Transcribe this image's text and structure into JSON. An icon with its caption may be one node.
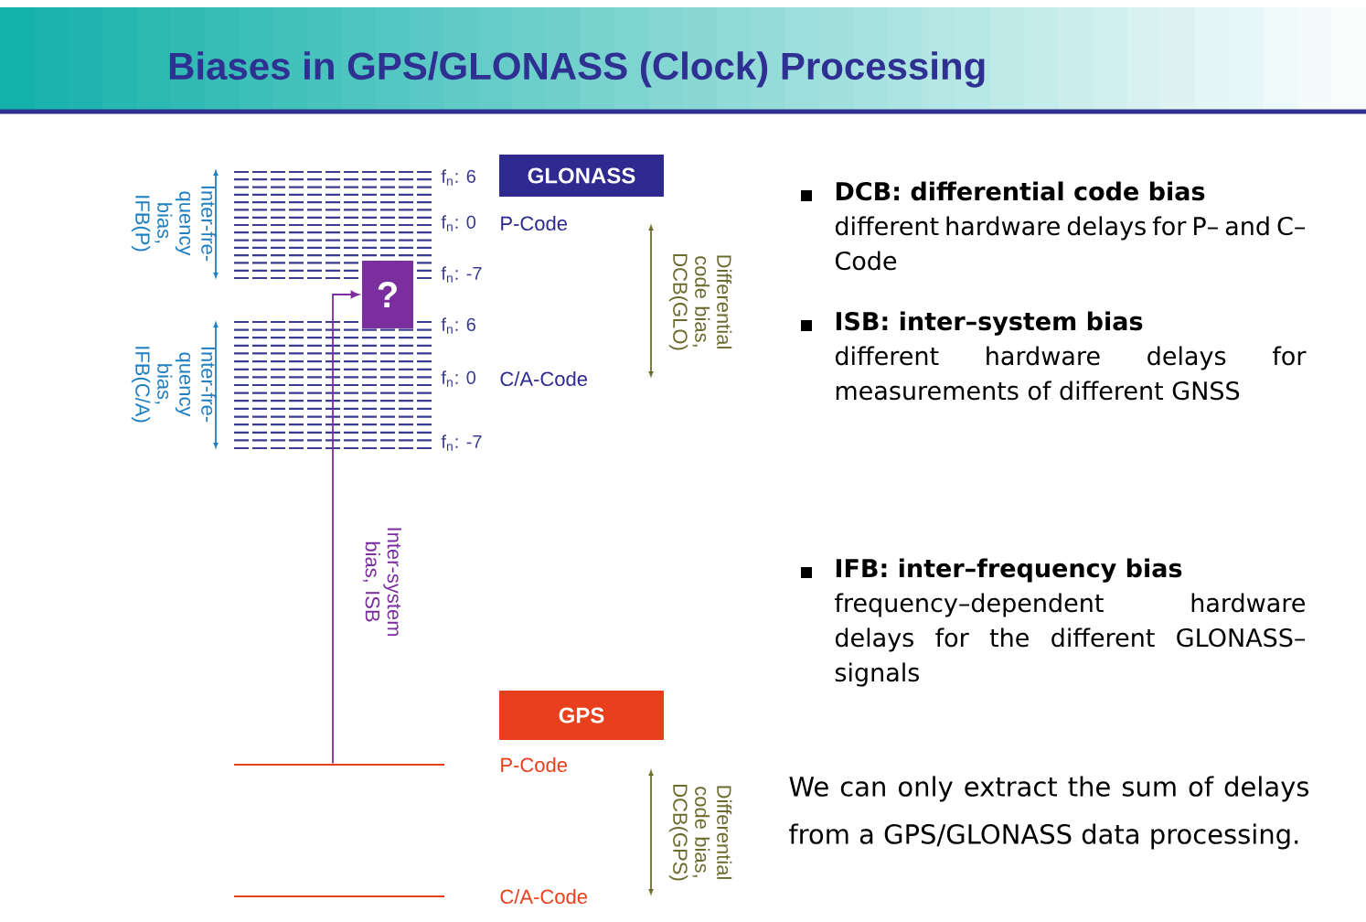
{
  "diagram": {
    "title": "Biases in GPS/GLONASS (Clock) Processing",
    "nodes": [
      {
        "text": [
          "GLONASS"
        ]
      },
      {
        "text": [
          "?"
        ]
      },
      {
        "text": [
          "GPS"
        ]
      },
      {
        "text": [],
        "shape": "bar"
      }
    ],
    "edges": [
      {
        "from": 3,
        "to": 1,
        "arrow": "to",
        "label": "Inter-system bias, ISB"
      }
    ],
    "labels": [
      "Inter-fre- quency bias, IFB(P)",
      "f$_{n}$: 6",
      "f$_{n}$: 0",
      "P-Code",
      "Differential code bias, DCB(GLO)",
      "f$_{n}$: -7",
      "Inter-fre- quency bias, IFB(C/A)",
      "f$_{n}$: 6",
      "f$_{n}$: 0",
      "C/A-Code",
      "f$_{n}$: -7",
      "P-Code",
      "Differential code bias, DCB(GPS)",
      "C/A-Code",
      "DCB: differential code bias",
      "different hardware delays for P– and C–Code",
      "ISB: inter–system bias",
      "different hardware delays for measurements of different GNSS",
      "IFB: inter–frequency bias",
      "frequency–dependent hardware delays for the different GLONASS–signals",
      "We can only extract the sum of delays from a GPS/GLONASS data processing."
    ]
  }
}
